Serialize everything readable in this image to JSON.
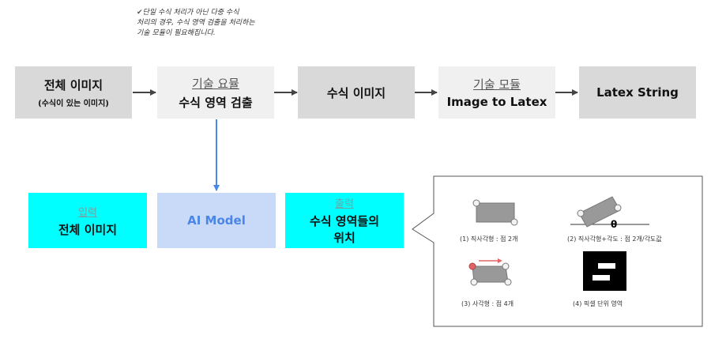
{
  "note": {
    "check": "✔",
    "lines": [
      "단일 수식 처리가 아닌 다중 수식",
      "처리의 경우, 수식 영역 검출을 처리하는",
      "기술 모듈이 필요해집니다."
    ]
  },
  "flow": {
    "box1": {
      "title": "전체 이미지",
      "sub": "(수식이 있는 이미지)"
    },
    "box2": {
      "link": "기술 요뮬",
      "title": "수식 영역 검출"
    },
    "box3": {
      "title": "수식 이미지"
    },
    "box4": {
      "link": "기술 모듈",
      "title": "Image to Latex"
    },
    "box5": {
      "title": "Latex String"
    }
  },
  "model": {
    "input": {
      "link": "입력",
      "title": "전체 이미지"
    },
    "ai": {
      "title": "AI Model"
    },
    "output": {
      "link": "출력",
      "title_line1": "수식 영역들의",
      "title_line2": "위치"
    }
  },
  "callout": {
    "cap1": "(1) 직사각형 : 점 2개",
    "cap2": "(2) 직사각형+각도 : 점 2개/각도값",
    "cap3": "(3) 사각형 : 점 4개",
    "cap4": "(4) 픽셀 단위 영역",
    "glyph": "θ"
  },
  "colors": {
    "gray_box": "#d9d9d9",
    "light_box": "#f0f0f0",
    "cyan_box": "#00ffff",
    "ai_box": "#c9daf8",
    "ai_text": "#4a86e8",
    "arrow_blue": "#4a86e8"
  }
}
